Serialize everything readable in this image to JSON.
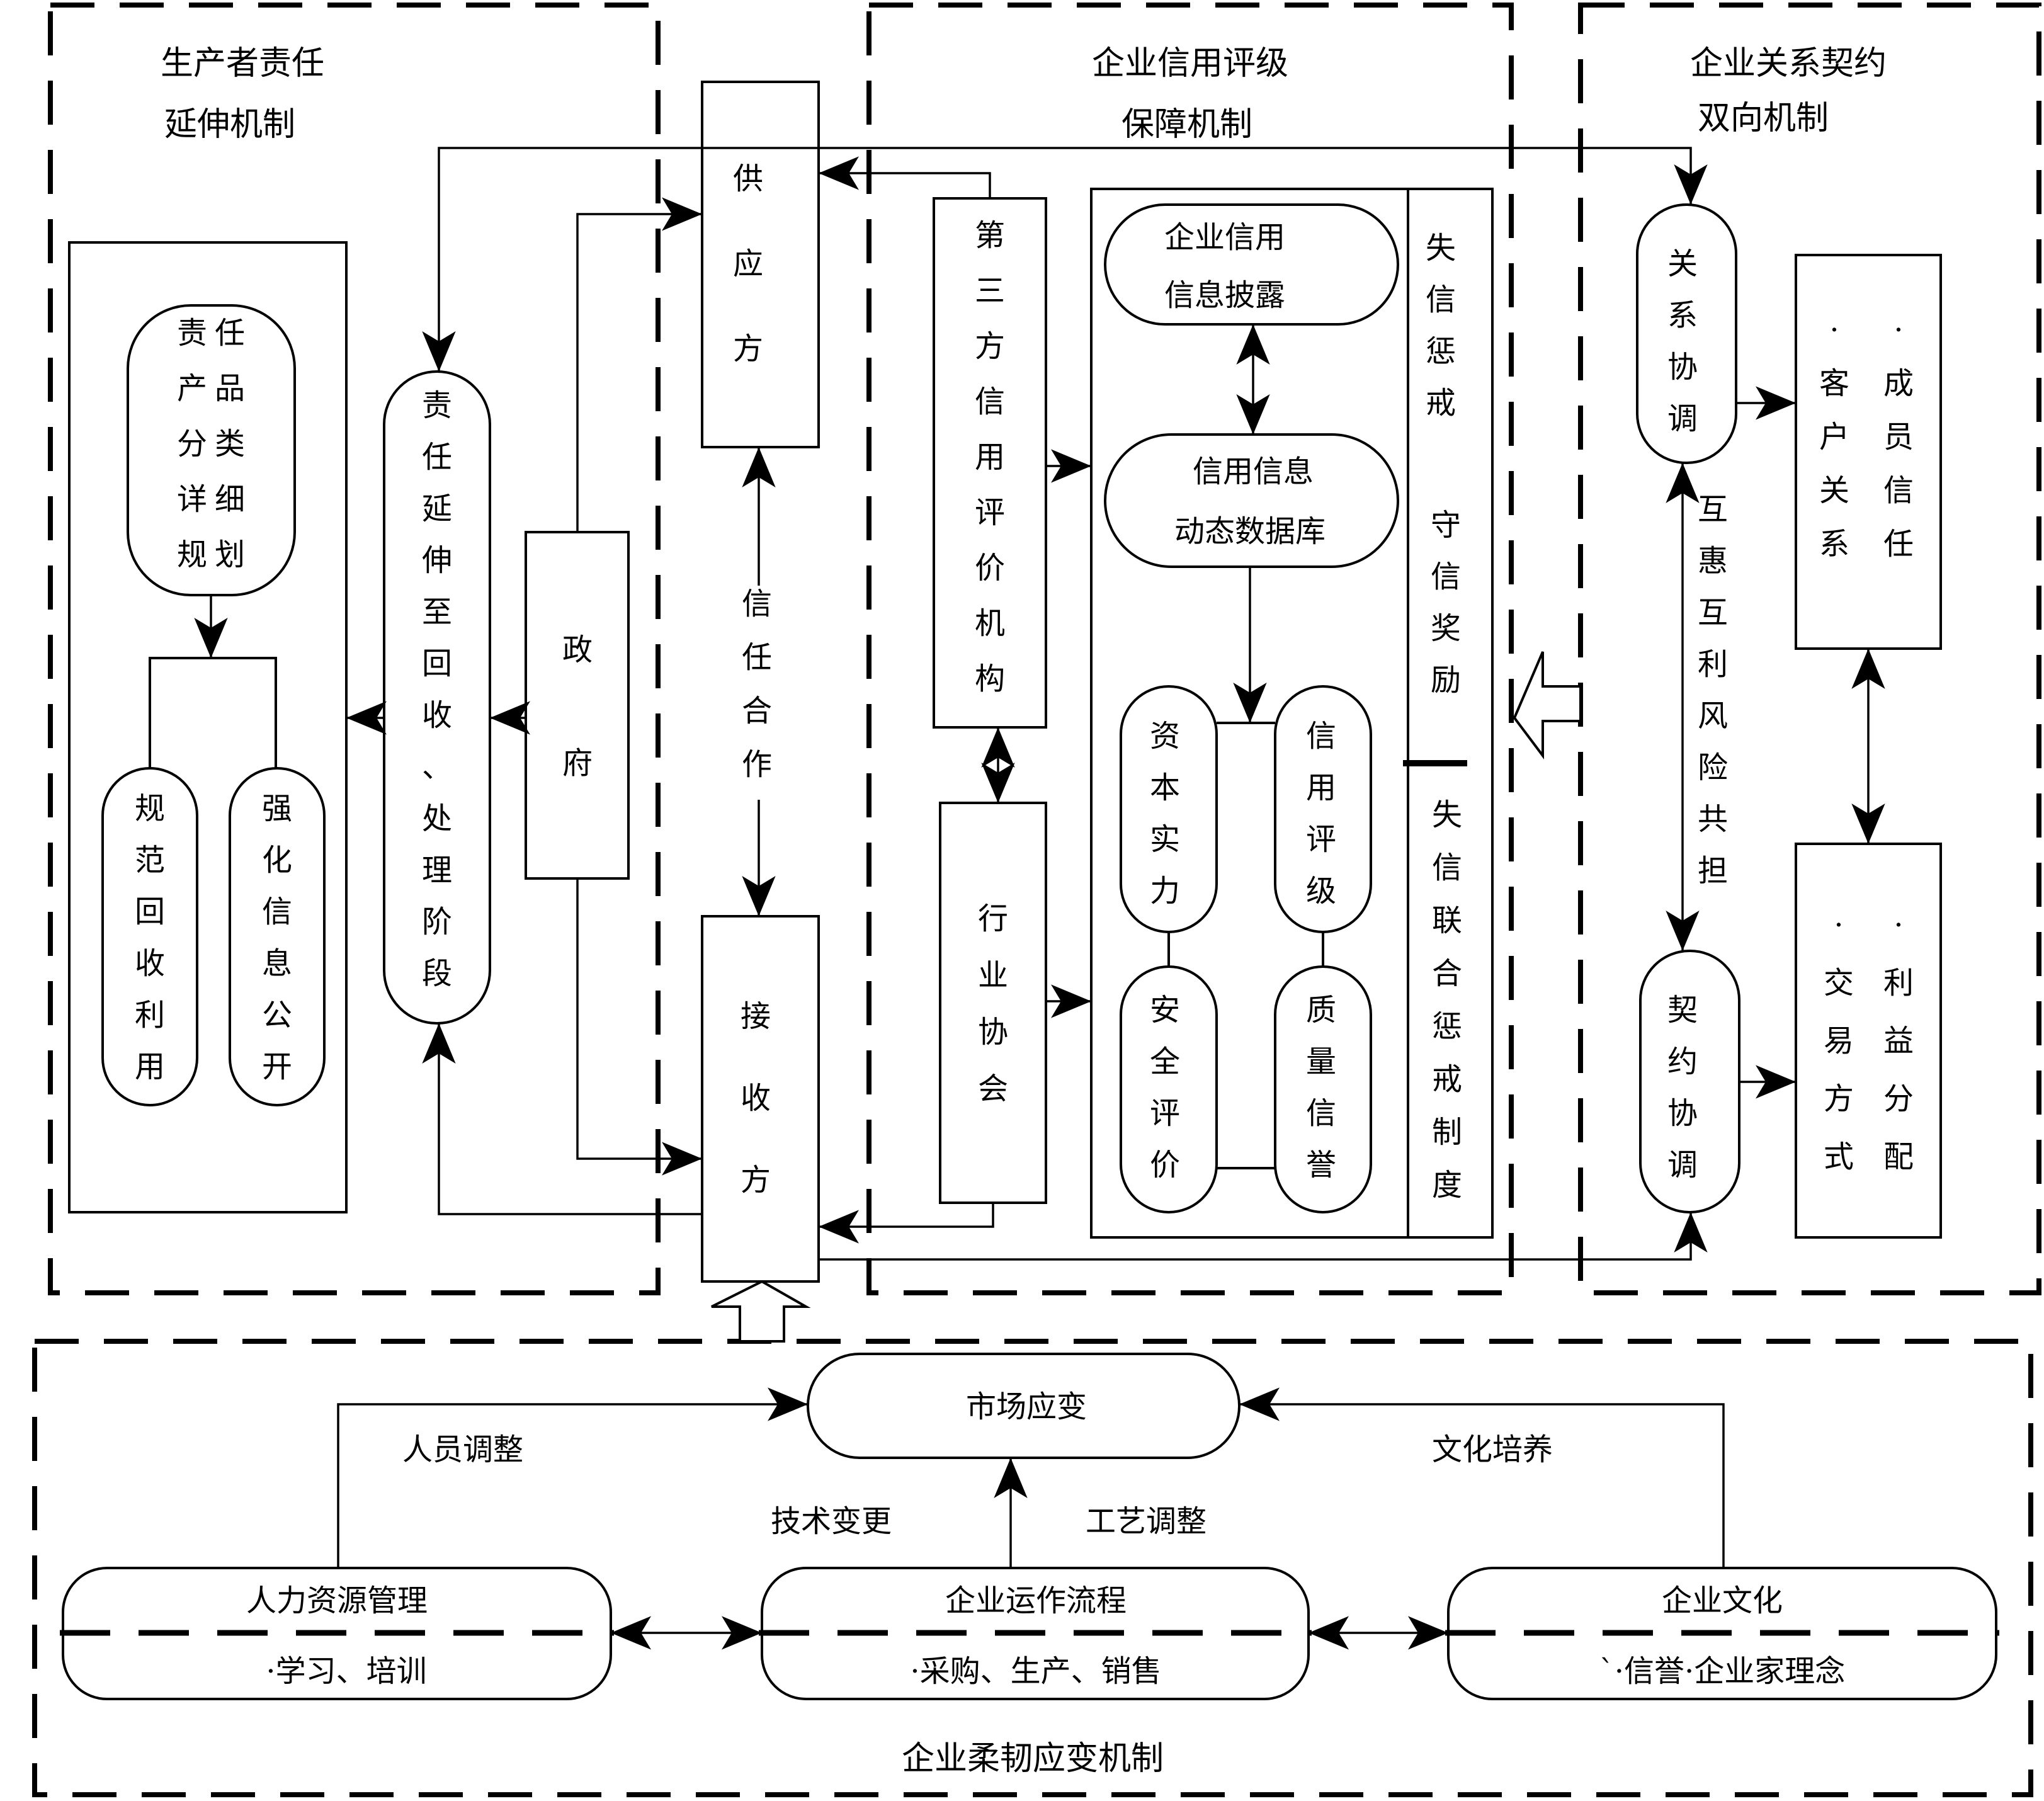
{
  "regions": {
    "producer": {
      "title_1": "生产者责任",
      "title_2": "延伸机制"
    },
    "credit": {
      "title_1": "企业信用评级",
      "title_2": "保障机制"
    },
    "contract": {
      "title_1": "企业关系契约",
      "title_2": "双向机制"
    },
    "resilience": {
      "title": "企业柔韧应变机制"
    }
  },
  "producer": {
    "detail_plan": "责任产品分类详细规划",
    "standard_recycle": "规范回收利用",
    "info_open": "强化信息公开",
    "extend_stage": "责任延伸至回收、处理阶段",
    "government": "政府"
  },
  "chain": {
    "supplier": "供应方",
    "receiver": "接收方",
    "trust": "信任合作"
  },
  "credit": {
    "third_party": "第三方信用评价机构",
    "industry_assoc": "行业协会",
    "disclosure_1": "企业信用",
    "disclosure_2": "信息披露",
    "database_1": "信用信息",
    "database_2": "动态数据库",
    "capital": "资本实力",
    "rating": "信用评级",
    "safety": "安全评价",
    "quality": "质量信誉",
    "punish": "失信惩戒",
    "reward": "守信奖励",
    "joint_punish": "失信联合惩戒制度"
  },
  "contract": {
    "relation_coord": "关系协调",
    "contract_coord": "契约协调",
    "mutual": "互惠互利风险共担",
    "box1_col1": "·客户关系",
    "box1_col2": "·成员信任",
    "box2_col1": "·交易方式",
    "box2_col2": "·利益分配"
  },
  "resilience": {
    "market": "市场应变",
    "hr": "人力资源管理",
    "hr_sub": "·学习、培训",
    "ops": "企业运作流程",
    "ops_sub": "·采购、生产、销售",
    "culture": "企业文化",
    "culture_sub": "`·信誉·企业家理念",
    "staff_adjust": "人员调整",
    "tech_change": "技术变更",
    "process_adjust": "工艺调整",
    "culture_build": "文化培养"
  }
}
